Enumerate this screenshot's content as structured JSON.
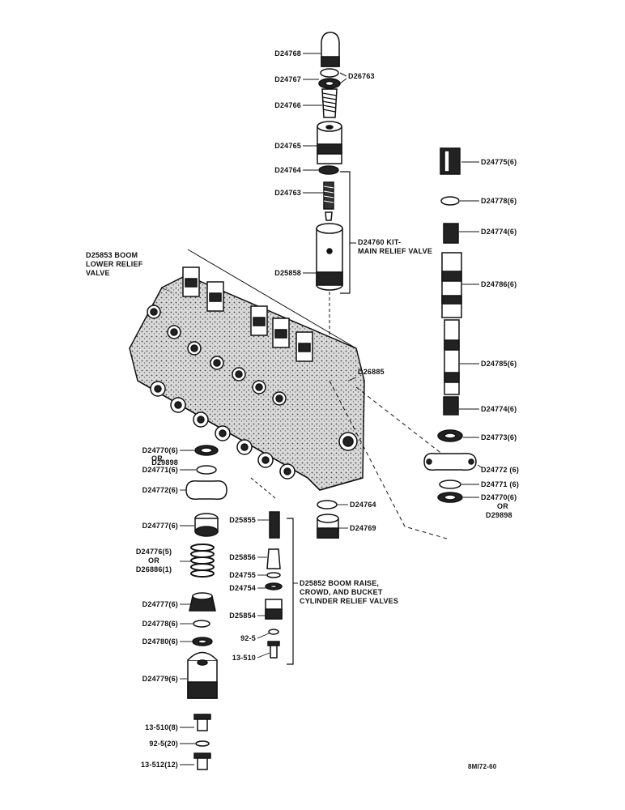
{
  "diagram": {
    "top_column": {
      "d24768": "D24768",
      "d24767": "D24767",
      "d26763": "D26763",
      "d24766": "D24766",
      "d24765": "D24765",
      "d24764_top": "D24764",
      "d24763": "D24763",
      "d25858": "D25858",
      "kit_line1": "D24760 KIT-",
      "kit_line2": "MAIN RELIEF VALVE"
    },
    "body": {
      "boom_lower_line1": "D25853 BOOM",
      "boom_lower_line2": "LOWER RELIEF",
      "boom_lower_line3": "VALVE",
      "d26885": "D26885"
    },
    "right_column": {
      "d24775": "D24775(6)",
      "d24778": "D24778(6)",
      "d24774_a": "D24774(6)",
      "d24786": "D24786(6)",
      "d24785": "D24785(6)",
      "d24774_b": "D24774(6)",
      "d24773": "D24773(6)",
      "d24772": "D24772 (6)",
      "d24771": "D24771 (6)",
      "d24770_a": "D24770(6)",
      "d24770_b": "OR",
      "d24770_c": "D29898"
    },
    "left_column": {
      "d24770_a": "D24770(6)",
      "d24770_b": "OR",
      "d24770_c": "D29898",
      "d24771": "D24771(6)",
      "d24772": "D24772(6)",
      "d24777_a": "D24777(6)",
      "d24776_a": "D24776(5)",
      "d24776_b": "OR",
      "d24776_c": "D26886(1)",
      "d24777_b": "D24777(6)",
      "d24778": "D24778(6)",
      "d24780": "D24780(6)",
      "d24779": "D24779(6)",
      "b13510_8": "13-510(8)",
      "w925_20": "92-5(20)",
      "b13512_12": "13-512(12)"
    },
    "center_column": {
      "d24764_low": "D24764",
      "d24769": "D24769",
      "d25855": "D25855",
      "d25856": "D25856",
      "d24755": "D24755",
      "d24754": "D24754",
      "d25854": "D25854",
      "w925": "92-5",
      "b13510": "13-510",
      "kit2_line1": "D25852 BOOM RAISE,",
      "kit2_line2": "CROWD, AND BUCKET",
      "kit2_line3": "CYLINDER RELIEF VALVES"
    },
    "figure_code": "8MI72-60"
  }
}
